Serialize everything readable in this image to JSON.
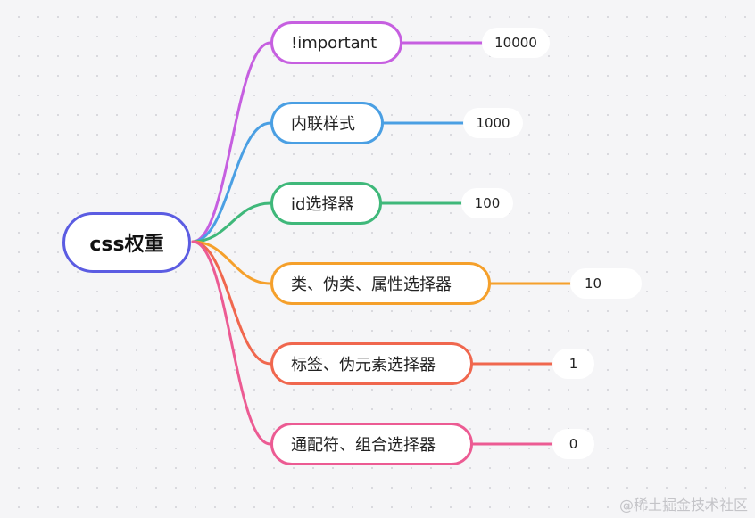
{
  "root": {
    "label": "css权重"
  },
  "branches": [
    {
      "label": "!important",
      "value": "10000",
      "color": "#c65fe0"
    },
    {
      "label": "内联样式",
      "value": "1000",
      "color": "#4a9fe3"
    },
    {
      "label": "id选择器",
      "value": "100",
      "color": "#3fb87a"
    },
    {
      "label": "类、伪类、属性选择器",
      "value": "10",
      "color": "#f5a02b"
    },
    {
      "label": "标签、伪元素选择器",
      "value": "1",
      "color": "#f0674e"
    },
    {
      "label": "通配符、组合选择器",
      "value": "0",
      "color": "#ec5b93"
    }
  ],
  "watermark": "@稀土掘金技术社区"
}
